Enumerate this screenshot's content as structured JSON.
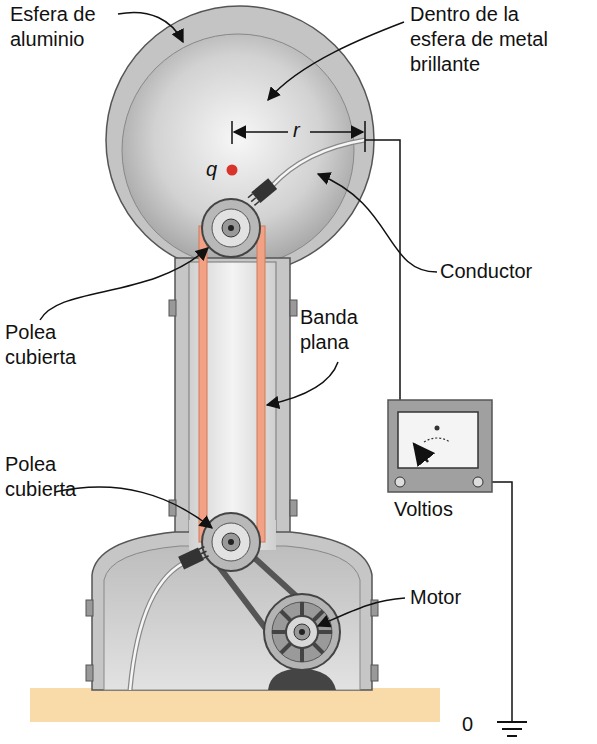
{
  "diagram": {
    "labels": [
      "Esfera de aluminio",
      "Dentro de la esfera de metal brillante",
      "q",
      "r",
      "Conductor",
      "Polea cubierta",
      "Banda plana",
      "Voltios",
      "Polea cubierta",
      "Motor",
      "0"
    ]
  }
}
